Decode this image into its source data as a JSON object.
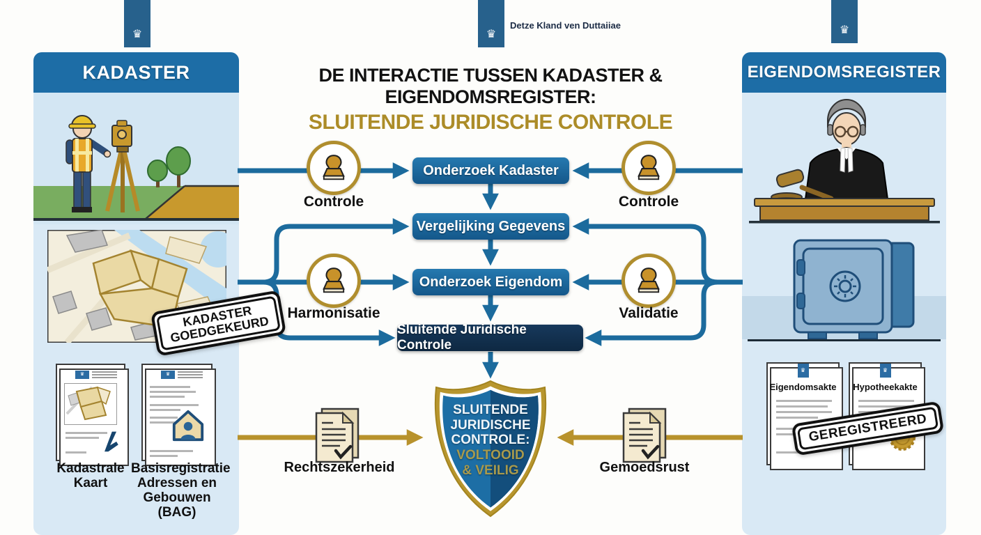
{
  "government_header": {
    "agency_text": "Detze Kland ven Duttaiiae"
  },
  "icons": {
    "crown_emblem": "♛"
  },
  "title": {
    "line1": "DE INTERACTIE TUSSEN KADASTER & EIGENDOMSREGISTER:",
    "line2": "SLUITENDE JURIDISCHE CONTROLE"
  },
  "kadaster_panel": {
    "title": "KADASTER",
    "approval_stamp": {
      "line1": "KADASTER",
      "line2": "GOEDGEKEURD"
    },
    "documents": [
      {
        "label": "Kadastrale Kaart"
      },
      {
        "label": "Basisregistratie Adressen en Gebouwen (BAG)"
      }
    ]
  },
  "eigendomsregister_panel": {
    "title": "EIGENDOMSREGISTER",
    "registered_stamp": "GEREGISTREERD",
    "documents": [
      {
        "label": "Eigendomsakte"
      },
      {
        "label": "Hypotheekakte"
      }
    ]
  },
  "flowchart": {
    "boxes": [
      {
        "label": "Onderzoek Kadaster"
      },
      {
        "label": "Vergelijking Gegevens"
      },
      {
        "label": "Onderzoek Eigendom"
      },
      {
        "label": "Sluitende Juridische Controle"
      }
    ],
    "left_stamps": [
      {
        "label": "Controle"
      },
      {
        "label": "Harmonisatie"
      }
    ],
    "right_stamps": [
      {
        "label": "Controle"
      },
      {
        "label": "Validatie"
      }
    ],
    "shield": {
      "white_lines": [
        "SLUITENDE",
        "JURIDISCHE",
        "CONTROLE:"
      ],
      "gold_lines": [
        "VOLTOOID",
        "& VEILIG"
      ]
    },
    "outcomes": [
      {
        "label": "Rechtszekerheid"
      },
      {
        "label": "Gemoedsrust"
      }
    ]
  },
  "colors": {
    "header_blue": "#1d6da6",
    "panel_bg": "#d9e9f5",
    "arrow_blue": "#1c6b9d",
    "gold": "#b8922c",
    "navy_box": "#132f4e",
    "title_gold": "#ac8c28"
  }
}
